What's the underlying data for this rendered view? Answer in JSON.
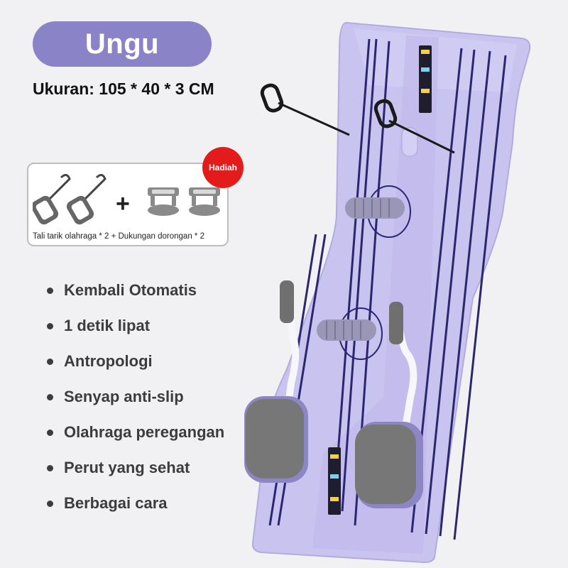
{
  "color_label": "Ungu",
  "size_label": "Ukuran: 105 * 40 * 3 CM",
  "gift": {
    "badge": "Hadiah",
    "plus": "+",
    "caption": "Tali tarik olahraga * 2 + Dukungan dorongan * 2"
  },
  "features": [
    "Kembali Otomatis",
    "1 detik lipat",
    "Antropologi",
    "Senyap anti-slip",
    "Olahraga peregangan",
    "Perut yang sehat",
    "Berbagai cara"
  ],
  "colors": {
    "board": "#c8c2ee",
    "pill": "#8b83c8",
    "badge": "#e31b1b",
    "pad": "#6f6f6f"
  }
}
